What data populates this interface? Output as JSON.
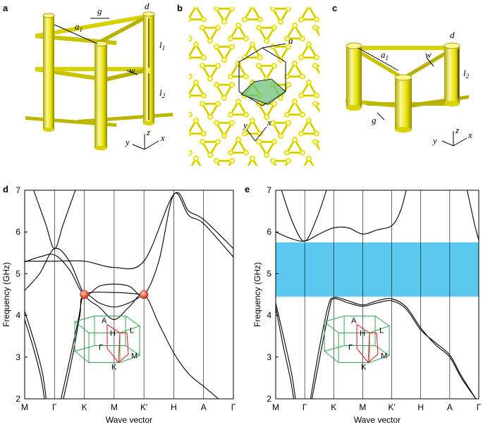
{
  "panel_labels": {
    "a": "a",
    "b": "b",
    "c": "c",
    "d": "d",
    "e": "e"
  },
  "structure_labels": {
    "g": "g",
    "d": "d",
    "a": "a",
    "sub1": "1",
    "l": "l",
    "sub2": "2",
    "w": "w",
    "x": "x",
    "y": "y",
    "z": "z"
  },
  "colors": {
    "rod": "#e8e000",
    "rod_dark": "#a9a300",
    "rod_light": "#fbf79a",
    "cell": "#6cc27a",
    "gap": "#5ac8ef",
    "bz_line": "#2fa84f",
    "bz_path": "#e0262b",
    "curve": "#000000",
    "dirac": "#e8503a"
  },
  "chart_data": [
    {
      "panel": "d",
      "type": "line",
      "ylabel": "Frequency (GHz)",
      "xlabel": "Wave vector",
      "ylim": [
        2,
        7
      ],
      "yticks": [
        2,
        3,
        4,
        5,
        6,
        7
      ],
      "xticks": [
        "M",
        "Γ",
        "K",
        "M",
        "K′",
        "H",
        "A",
        "Γ"
      ],
      "x_positions": [
        0,
        1,
        2,
        3,
        4,
        5,
        6,
        7
      ],
      "dirac_points": [
        {
          "x": 2,
          "y": 4.5
        },
        {
          "x": 4,
          "y": 4.5
        }
      ],
      "bz_labels": [
        "A",
        "H",
        "L",
        "Γ",
        "K",
        "M"
      ],
      "series": [
        {
          "values": [
            [
              0,
              4.1
            ],
            [
              0.35,
              3.3
            ],
            [
              0.6,
              2.6
            ],
            [
              0.72,
              2.0
            ]
          ]
        },
        {
          "values": [
            [
              0,
              3.9
            ],
            [
              0.3,
              3.2
            ],
            [
              0.55,
              2.5
            ],
            [
              0.66,
              2.0
            ]
          ]
        },
        {
          "values": [
            [
              0,
              4.6
            ],
            [
              0.5,
              5.0
            ],
            [
              1,
              5.6
            ],
            [
              1.5,
              5.3
            ],
            [
              2,
              4.5
            ],
            [
              2.5,
              4.2
            ],
            [
              3,
              3.9
            ],
            [
              3.5,
              4.2
            ],
            [
              4,
              4.5
            ],
            [
              4.5,
              3.8
            ],
            [
              5,
              3.1
            ],
            [
              5.5,
              2.6
            ],
            [
              6,
              2.3
            ],
            [
              6.5,
              2.0
            ]
          ]
        },
        {
          "values": [
            [
              0,
              5.3
            ],
            [
              1,
              5.3
            ],
            [
              2,
              5.3
            ],
            [
              3,
              5.15
            ],
            [
              4,
              5.3
            ],
            [
              5,
              6.9
            ],
            [
              5.5,
              6.5
            ],
            [
              6,
              6.3
            ],
            [
              7,
              5.6
            ]
          ]
        },
        {
          "values": [
            [
              0,
              5.28
            ],
            [
              0.5,
              5.4
            ],
            [
              1,
              5.45
            ],
            [
              1.5,
              5.1
            ],
            [
              2,
              4.5
            ],
            [
              2.5,
              4.7
            ],
            [
              3,
              4.75
            ],
            [
              3.5,
              4.7
            ],
            [
              4,
              4.5
            ],
            [
              4.5,
              5.3
            ],
            [
              5,
              6.9
            ],
            [
              5.5,
              6.4
            ],
            [
              6,
              6.2
            ],
            [
              7,
              5.4
            ]
          ]
        },
        {
          "values": [
            [
              0.3,
              7.0
            ],
            [
              0.7,
              6.2
            ],
            [
              1,
              5.6
            ],
            [
              1.3,
              6.2
            ],
            [
              1.7,
              7.0
            ]
          ]
        },
        {
          "values": [
            [
              1.22,
              2.0
            ],
            [
              1.5,
              2.9
            ],
            [
              1.8,
              3.9
            ],
            [
              2,
              4.5
            ],
            [
              2.5,
              4.3
            ],
            [
              3,
              4.2
            ],
            [
              3.5,
              4.3
            ],
            [
              4,
              4.5
            ]
          ]
        },
        {
          "values": [
            [
              1.3,
              2.0
            ],
            [
              1.6,
              3.0
            ],
            [
              1.85,
              4.0
            ],
            [
              2,
              4.5
            ],
            [
              3,
              4.55
            ],
            [
              4,
              4.5
            ]
          ]
        }
      ]
    },
    {
      "panel": "e",
      "type": "line",
      "ylabel": "Frequency (GHz)",
      "xlabel": "Wave vector",
      "ylim": [
        2,
        7
      ],
      "yticks": [
        2,
        3,
        4,
        5,
        6,
        7
      ],
      "xticks": [
        "M",
        "Γ",
        "K",
        "M",
        "K′",
        "H",
        "A",
        "Γ"
      ],
      "x_positions": [
        0,
        1,
        2,
        3,
        4,
        5,
        6,
        7
      ],
      "band_gap": [
        4.45,
        5.75
      ],
      "bz_labels": [
        "A",
        "H",
        "L",
        "Γ",
        "K",
        "M"
      ],
      "series": [
        {
          "values": [
            [
              0,
              4.3
            ],
            [
              0.3,
              3.4
            ],
            [
              0.55,
              2.6
            ],
            [
              0.68,
              2.0
            ]
          ]
        },
        {
          "values": [
            [
              0,
              4.2
            ],
            [
              0.25,
              3.3
            ],
            [
              0.5,
              2.5
            ],
            [
              0.62,
              2.0
            ]
          ]
        },
        {
          "values": [
            [
              0.2,
              7.0
            ],
            [
              0.6,
              6.2
            ],
            [
              1,
              5.78
            ],
            [
              1.4,
              6.3
            ],
            [
              1.75,
              7.0
            ]
          ]
        },
        {
          "values": [
            [
              0,
              6.0
            ],
            [
              0.5,
              5.85
            ],
            [
              1,
              5.78
            ],
            [
              1.5,
              5.95
            ],
            [
              2,
              6.1
            ],
            [
              2.5,
              6.1
            ],
            [
              3,
              5.95
            ],
            [
              3.5,
              6.05
            ],
            [
              4,
              6.15
            ],
            [
              4.3,
              6.5
            ],
            [
              4.5,
              7.0
            ]
          ]
        },
        {
          "values": [
            [
              1.2,
              2.0
            ],
            [
              1.5,
              3.2
            ],
            [
              1.8,
              4.2
            ],
            [
              2,
              4.43
            ],
            [
              2.5,
              4.35
            ],
            [
              3,
              4.25
            ],
            [
              3.5,
              4.35
            ],
            [
              4,
              4.4
            ],
            [
              4.5,
              4.2
            ],
            [
              5,
              3.7
            ],
            [
              5.5,
              3.3
            ],
            [
              6,
              3.0
            ],
            [
              6.4,
              2.5
            ],
            [
              6.9,
              2.0
            ]
          ]
        },
        {
          "values": [
            [
              1.25,
              2.0
            ],
            [
              1.55,
              3.1
            ],
            [
              1.85,
              4.15
            ],
            [
              2,
              4.4
            ],
            [
              2.5,
              4.3
            ],
            [
              3,
              4.22
            ],
            [
              3.5,
              4.3
            ],
            [
              4,
              4.35
            ],
            [
              4.5,
              4.15
            ],
            [
              5,
              3.65
            ],
            [
              5.5,
              3.35
            ],
            [
              6,
              3.05
            ],
            [
              6.4,
              2.55
            ],
            [
              6.9,
              2.0
            ]
          ]
        },
        {
          "values": [
            [
              6.6,
              7.0
            ],
            [
              6.85,
              6.2
            ],
            [
              7,
              5.8
            ]
          ]
        }
      ]
    }
  ]
}
